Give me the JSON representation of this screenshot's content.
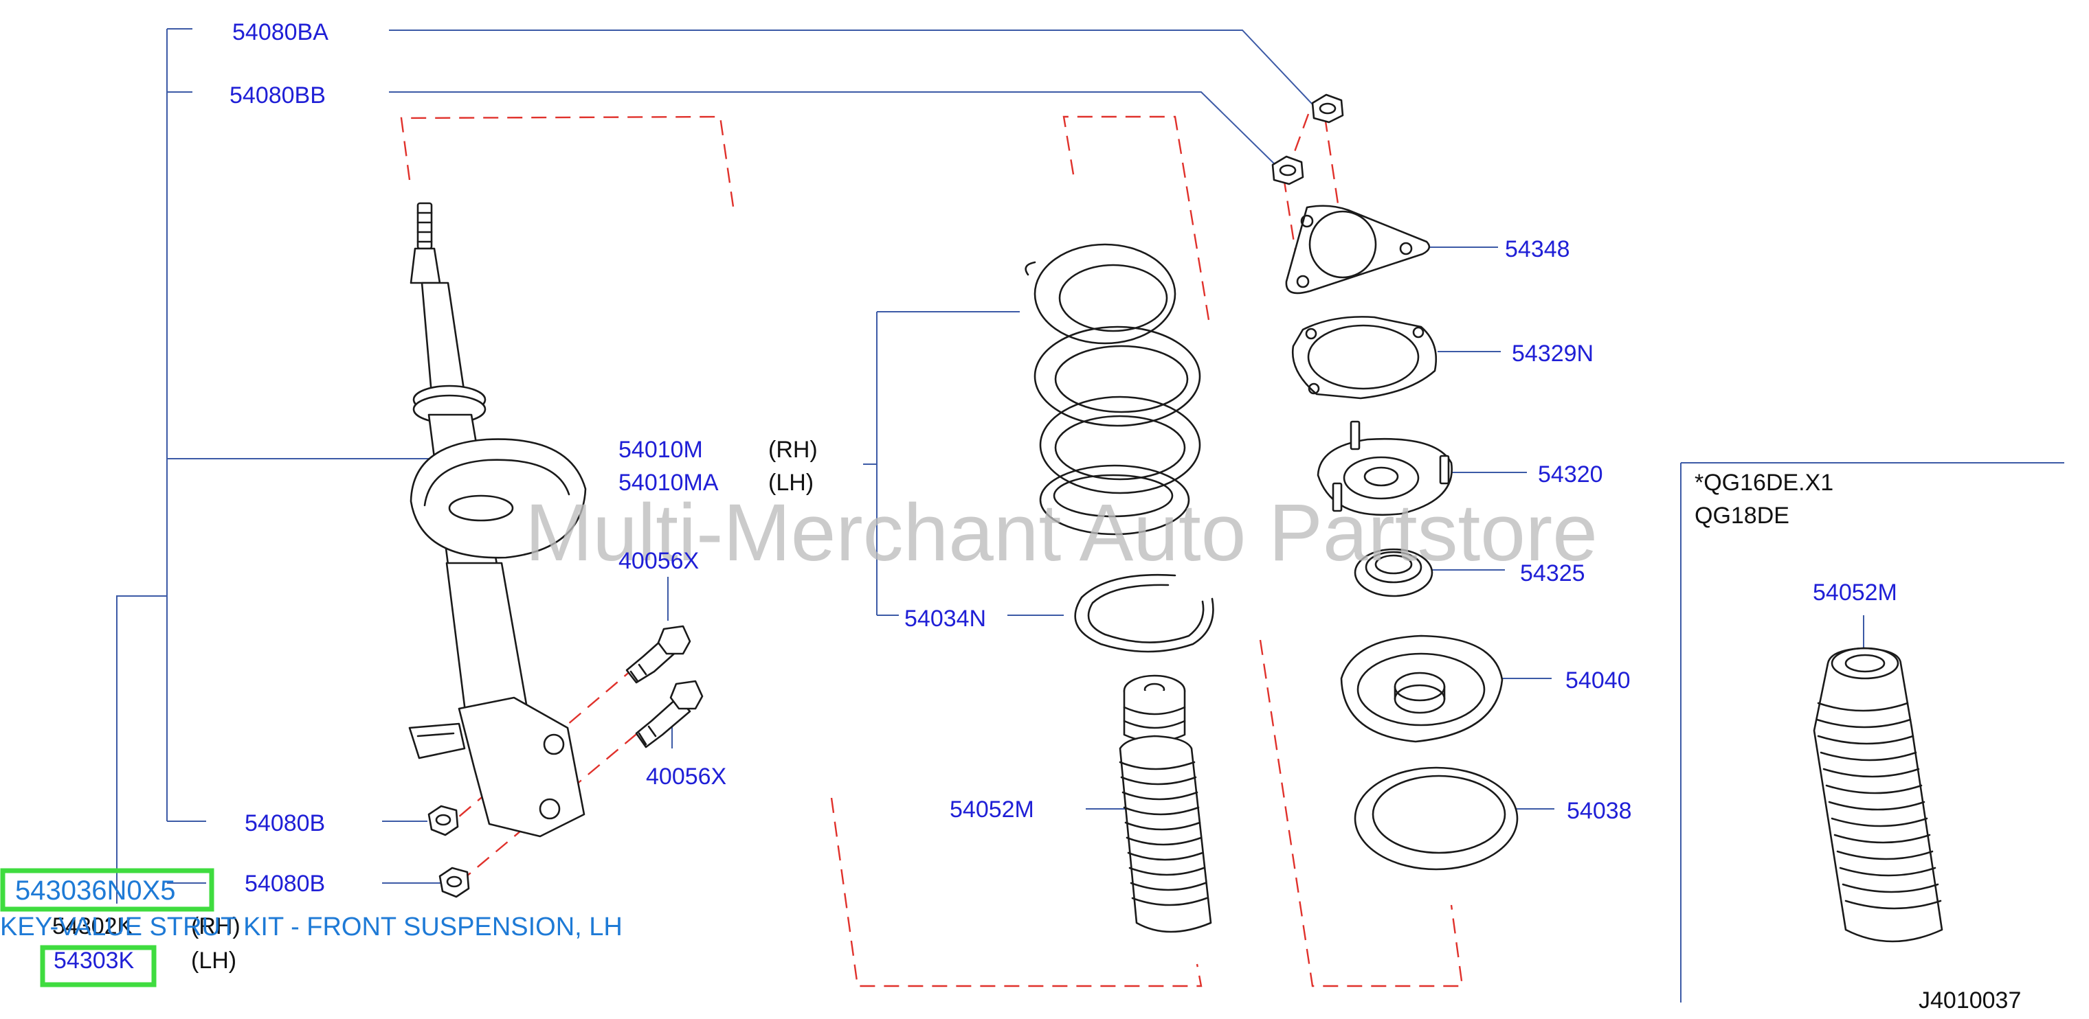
{
  "diagram": {
    "watermark": "Multi-Merchant Auto Partstore",
    "reference_code": "J4010037",
    "callouts": {
      "nut_upper_a": "54080BA",
      "nut_upper_b": "54080BB",
      "strut_rh": "54010M",
      "strut_lh": "54010MA",
      "rh_tag": "(RH)",
      "lh_tag": "(LH)",
      "bolt_a": "40056X",
      "bolt_b": "40056X",
      "nut_lower_a": "54080B",
      "nut_lower_b": "54080B",
      "strut_kit_rh": "54302K",
      "strut_kit_lh": "54303K",
      "kit_rh_tag": "(RH)",
      "kit_lh_tag": "(LH)",
      "spring_seat": "54034N",
      "bound_bumper": "54052M",
      "plate": "54348",
      "insulator_gasket": "54329N",
      "mount_insulator": "54320",
      "bearing": "54325",
      "spring_seat_upper": "54040",
      "spring_seat_rubber": "54038",
      "alt_bumper": "54052M"
    },
    "variant_note": {
      "line1": "*QG16DE.X1",
      "line2": "QG18DE"
    },
    "highlight": {
      "part_number": "543036N0X5",
      "description": "KEY-VALUE STRUT KIT - FRONT SUSPENSION, LH",
      "color": "#3fdc3f"
    }
  }
}
